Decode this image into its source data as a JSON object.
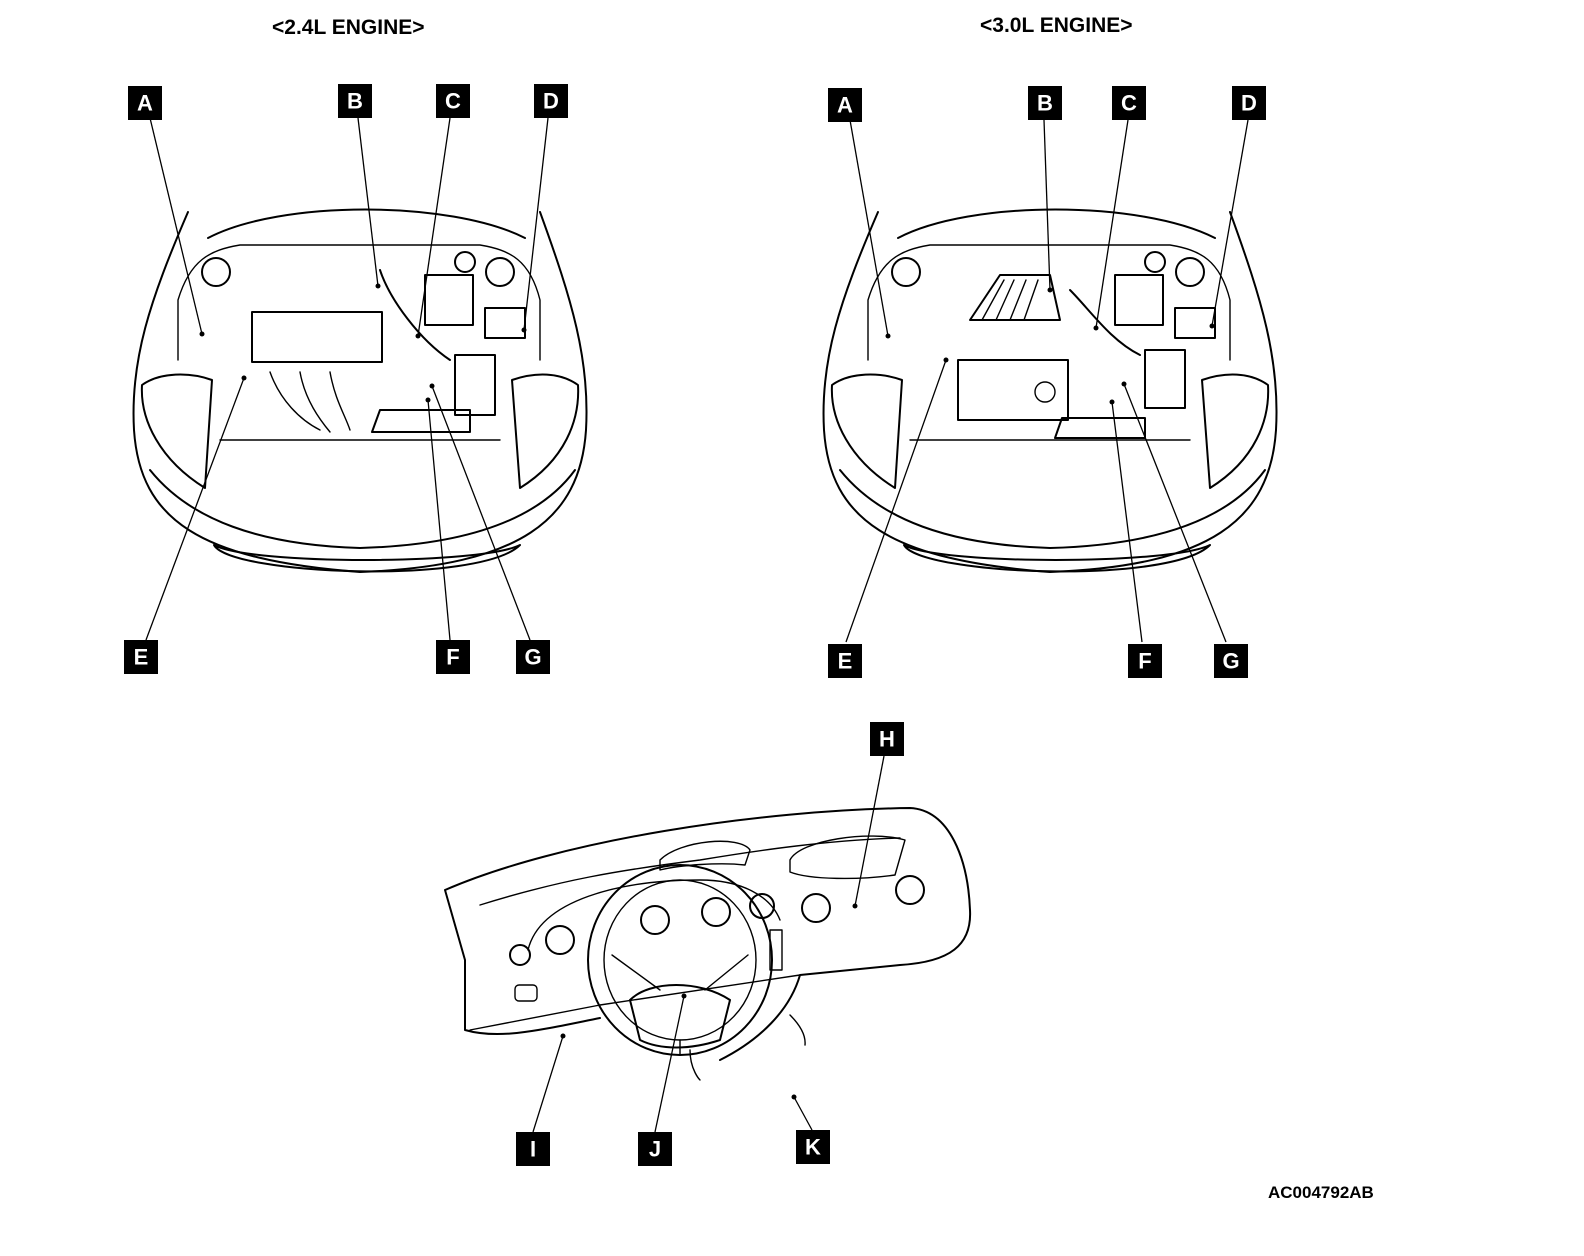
{
  "titles": {
    "left": "<2.4L ENGINE>",
    "right": "<3.0L ENGINE>"
  },
  "labels": {
    "a": "A",
    "b": "B",
    "c": "C",
    "d": "D",
    "e": "E",
    "f": "F",
    "g": "G",
    "h": "H",
    "i": "I",
    "j": "J",
    "k": "K"
  },
  "figure_code": "AC004792AB"
}
